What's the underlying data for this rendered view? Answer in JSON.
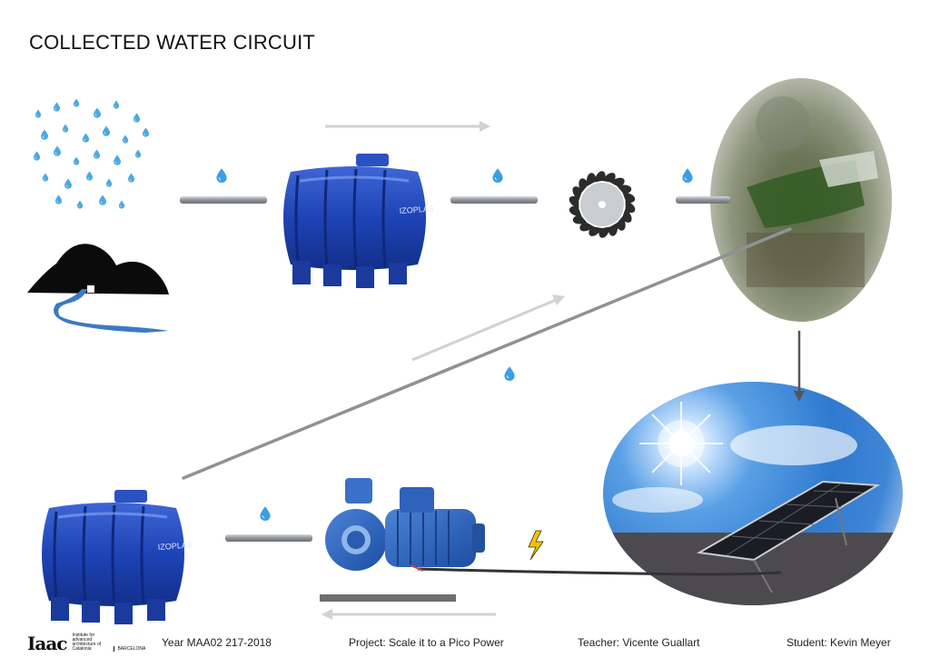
{
  "title": "COLLECTED WATER CIRCUIT",
  "footer": {
    "year": "Year MAA02 217-2018",
    "project": "Project: Scale it to a Pico Power",
    "teacher": "Teacher: Vicente Guallart",
    "student": "Student: Kevin Meyer"
  },
  "logo": {
    "mark": "Iaac",
    "institute": "Institute for advanced architecture of Catalonia",
    "city": "BARCELONA"
  },
  "tank_brand": "IZOPLAS",
  "icons": [
    "rain-drops-icon",
    "mountain-river-icon",
    "water-tank-icon",
    "pipe-icon",
    "water-drop-icon",
    "pelton-turbine-icon",
    "stream-photo",
    "sky-sun-photo",
    "solar-panel-icon",
    "centrifugal-pump-icon",
    "lightning-icon",
    "flow-arrow-icon"
  ],
  "colors": {
    "tank": "#1c3fb5",
    "pipe": "#9a9ea3",
    "arrow": "#cfd2d6",
    "drop": "#3a9fe0",
    "sky": "#3a7fd0"
  }
}
